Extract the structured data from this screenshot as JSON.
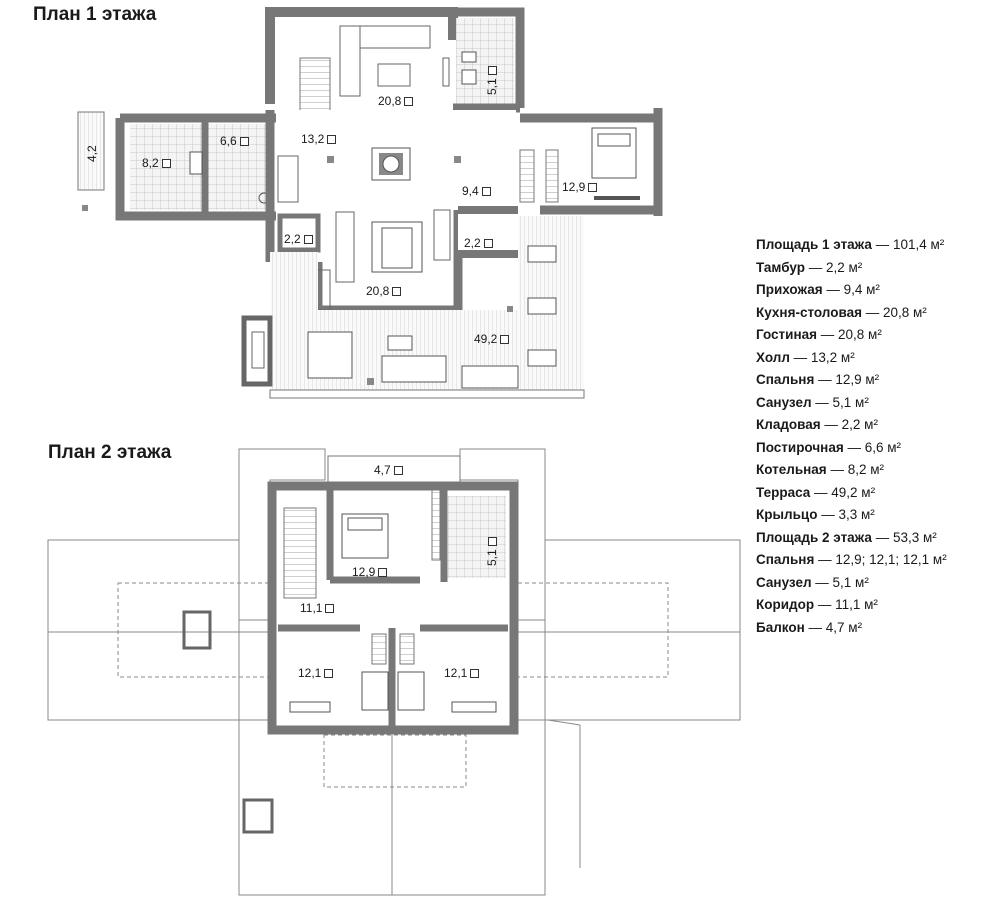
{
  "plan1": {
    "title": "План 1 этажа",
    "rooms": [
      {
        "label": "20,8",
        "id": "living-room"
      },
      {
        "label": "5,1",
        "id": "bathroom-1",
        "vertical": true
      },
      {
        "label": "13,2",
        "id": "hall"
      },
      {
        "label": "6,6",
        "id": "laundry"
      },
      {
        "label": "8,2",
        "id": "boiler-room"
      },
      {
        "label": "4,2",
        "id": "porch",
        "vertical": true
      },
      {
        "label": "9,4",
        "id": "entrance-hall"
      },
      {
        "label": "12,9",
        "id": "bedroom-1"
      },
      {
        "label": "2,2",
        "id": "storage"
      },
      {
        "label": "2,2",
        "id": "vestibule"
      },
      {
        "label": "20,8",
        "id": "kitchen-dining"
      },
      {
        "label": "49,2",
        "id": "terrace"
      }
    ]
  },
  "plan2": {
    "title": "План 2 этажа",
    "rooms": [
      {
        "label": "4,7",
        "id": "balcony"
      },
      {
        "label": "12,9",
        "id": "bedroom-2"
      },
      {
        "label": "5,1",
        "id": "bathroom-2",
        "vertical": true
      },
      {
        "label": "11,1",
        "id": "corridor"
      },
      {
        "label": "12,1",
        "id": "bedroom-3"
      },
      {
        "label": "12,1",
        "id": "bedroom-4"
      }
    ]
  },
  "legend": [
    {
      "name": "Площадь 1 этажа",
      "value": " — 101,4 м²"
    },
    {
      "name": "Тамбур",
      "value": " — 2,2 м²"
    },
    {
      "name": "Прихожая",
      "value": " — 9,4 м²"
    },
    {
      "name": "Кухня-столовая",
      "value": " — 20,8 м²"
    },
    {
      "name": "Гостиная",
      "value": " — 20,8 м²"
    },
    {
      "name": "Холл",
      "value": " — 13,2 м²"
    },
    {
      "name": "Спальня",
      "value": " — 12,9 м²"
    },
    {
      "name": "Санузел",
      "value": " — 5,1 м²"
    },
    {
      "name": "Кладовая",
      "value": " — 2,2 м²"
    },
    {
      "name": "Постирочная",
      "value": " — 6,6 м²"
    },
    {
      "name": "Котельная",
      "value": " — 8,2 м²"
    },
    {
      "name": "Терраса",
      "value": " — 49,2 м²"
    },
    {
      "name": "Крыльцо",
      "value": " — 3,3 м²"
    },
    {
      "name": "Площадь 2 этажа",
      "value": " — 53,3 м²"
    },
    {
      "name": "Спальня",
      "value": " — 12,9; 12,1; 12,1 м²"
    },
    {
      "name": "Санузел",
      "value": " — 5,1 м²"
    },
    {
      "name": "Коридор",
      "value": " — 11,1 м²"
    },
    {
      "name": "Балкон",
      "value": " — 4,7 м²"
    }
  ],
  "colors": {
    "wall": "#7a7a7a",
    "wall_dark": "#555555",
    "line": "#6b6b6b",
    "tile": "#cfcfcf",
    "terrace_hatch": "#b9b9b9",
    "roof_line": "#8a8a8a"
  }
}
